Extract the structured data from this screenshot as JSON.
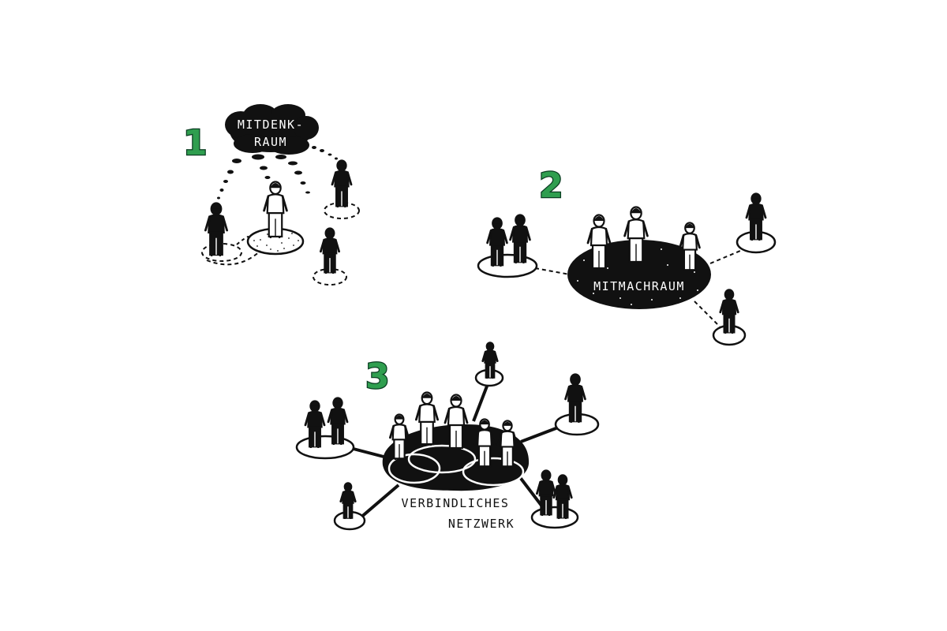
{
  "colors": {
    "ink": "#111111",
    "paper": "#ffffff",
    "accent": "#2f9e4f"
  },
  "sections": [
    {
      "number": "1",
      "label_lines": [
        "MITDENK-",
        "RAUM"
      ]
    },
    {
      "number": "2",
      "label_lines": [
        "MITMACHRAUM"
      ]
    },
    {
      "number": "3",
      "label_lines": [
        "VERBINDLICHES",
        "NETZWERK"
      ]
    }
  ]
}
